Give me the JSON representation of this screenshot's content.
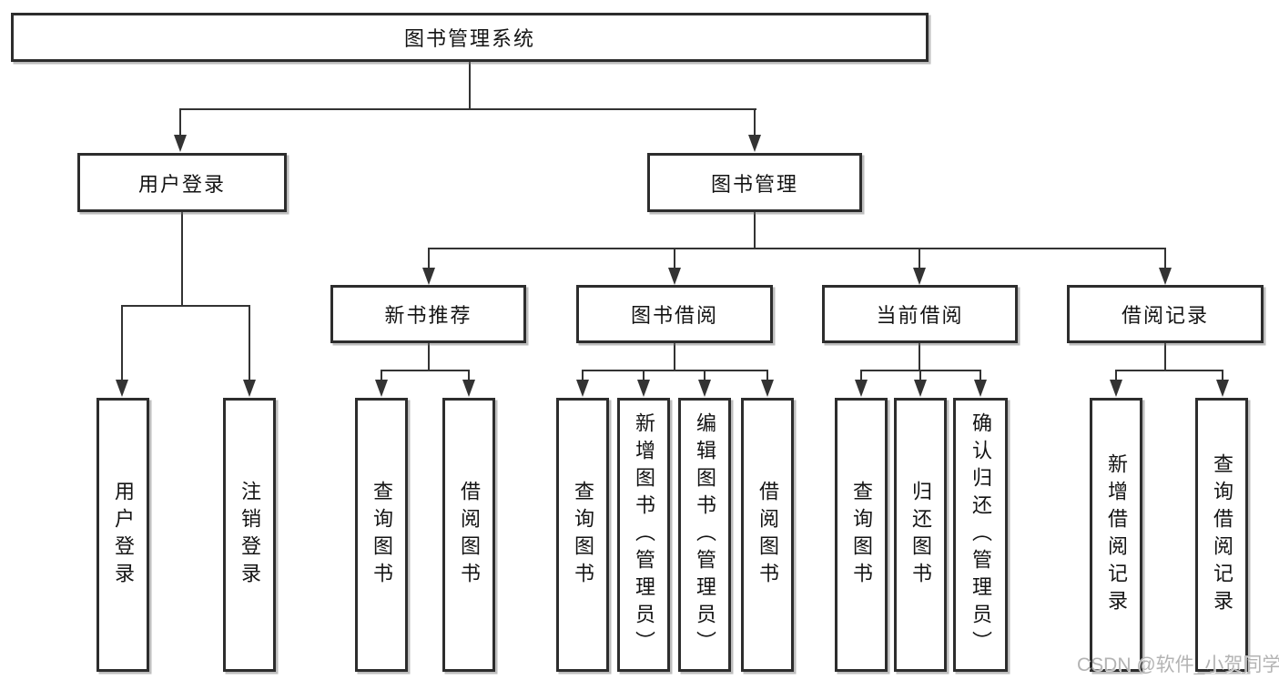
{
  "root": {
    "label": "图书管理系统"
  },
  "branches": [
    {
      "label": "用户登录",
      "children": [
        {
          "label": "用户登录"
        },
        {
          "label": "注销登录"
        }
      ]
    },
    {
      "label": "图书管理",
      "groups": [
        {
          "label": "新书推荐",
          "children": [
            {
              "label": "查询图书"
            },
            {
              "label": "借阅图书"
            }
          ]
        },
        {
          "label": "图书借阅",
          "children": [
            {
              "label": "查询图书"
            },
            {
              "label": "新增图书（管理员）"
            },
            {
              "label": "编辑图书（管理员）"
            },
            {
              "label": "借阅图书"
            }
          ]
        },
        {
          "label": "当前借阅",
          "children": [
            {
              "label": "查询图书"
            },
            {
              "label": "归还图书"
            },
            {
              "label": "确认归还（管理员）"
            }
          ]
        },
        {
          "label": "借阅记录",
          "children": [
            {
              "label": "新增借阅记录"
            },
            {
              "label": "查询借阅记录"
            }
          ]
        }
      ]
    }
  ],
  "watermark": "CSDN @软件_小贺同学"
}
